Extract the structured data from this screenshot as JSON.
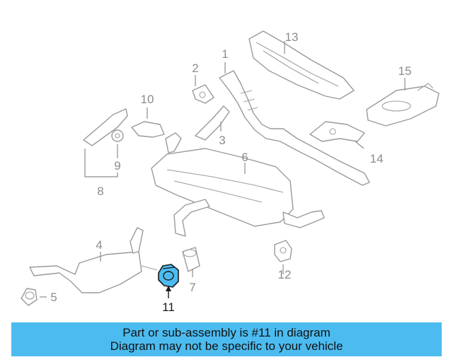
{
  "diagram": {
    "callouts": {
      "c1": "1",
      "c2": "2",
      "c3": "3",
      "c4": "4",
      "c5": "5",
      "c6": "6",
      "c7": "7",
      "c8": "8",
      "c9": "9",
      "c10": "10",
      "c11": "11",
      "c12": "12",
      "c13": "13",
      "c14": "14",
      "c15": "15"
    },
    "highlighted_part": "11",
    "highlight_color": "#4cbcf0",
    "line_color": "#9a9a9a"
  },
  "banner": {
    "line1": "Part or sub-assembly is #11 in diagram",
    "line2": "Diagram may not be specific to your vehicle",
    "background": "#4cbcf0"
  }
}
